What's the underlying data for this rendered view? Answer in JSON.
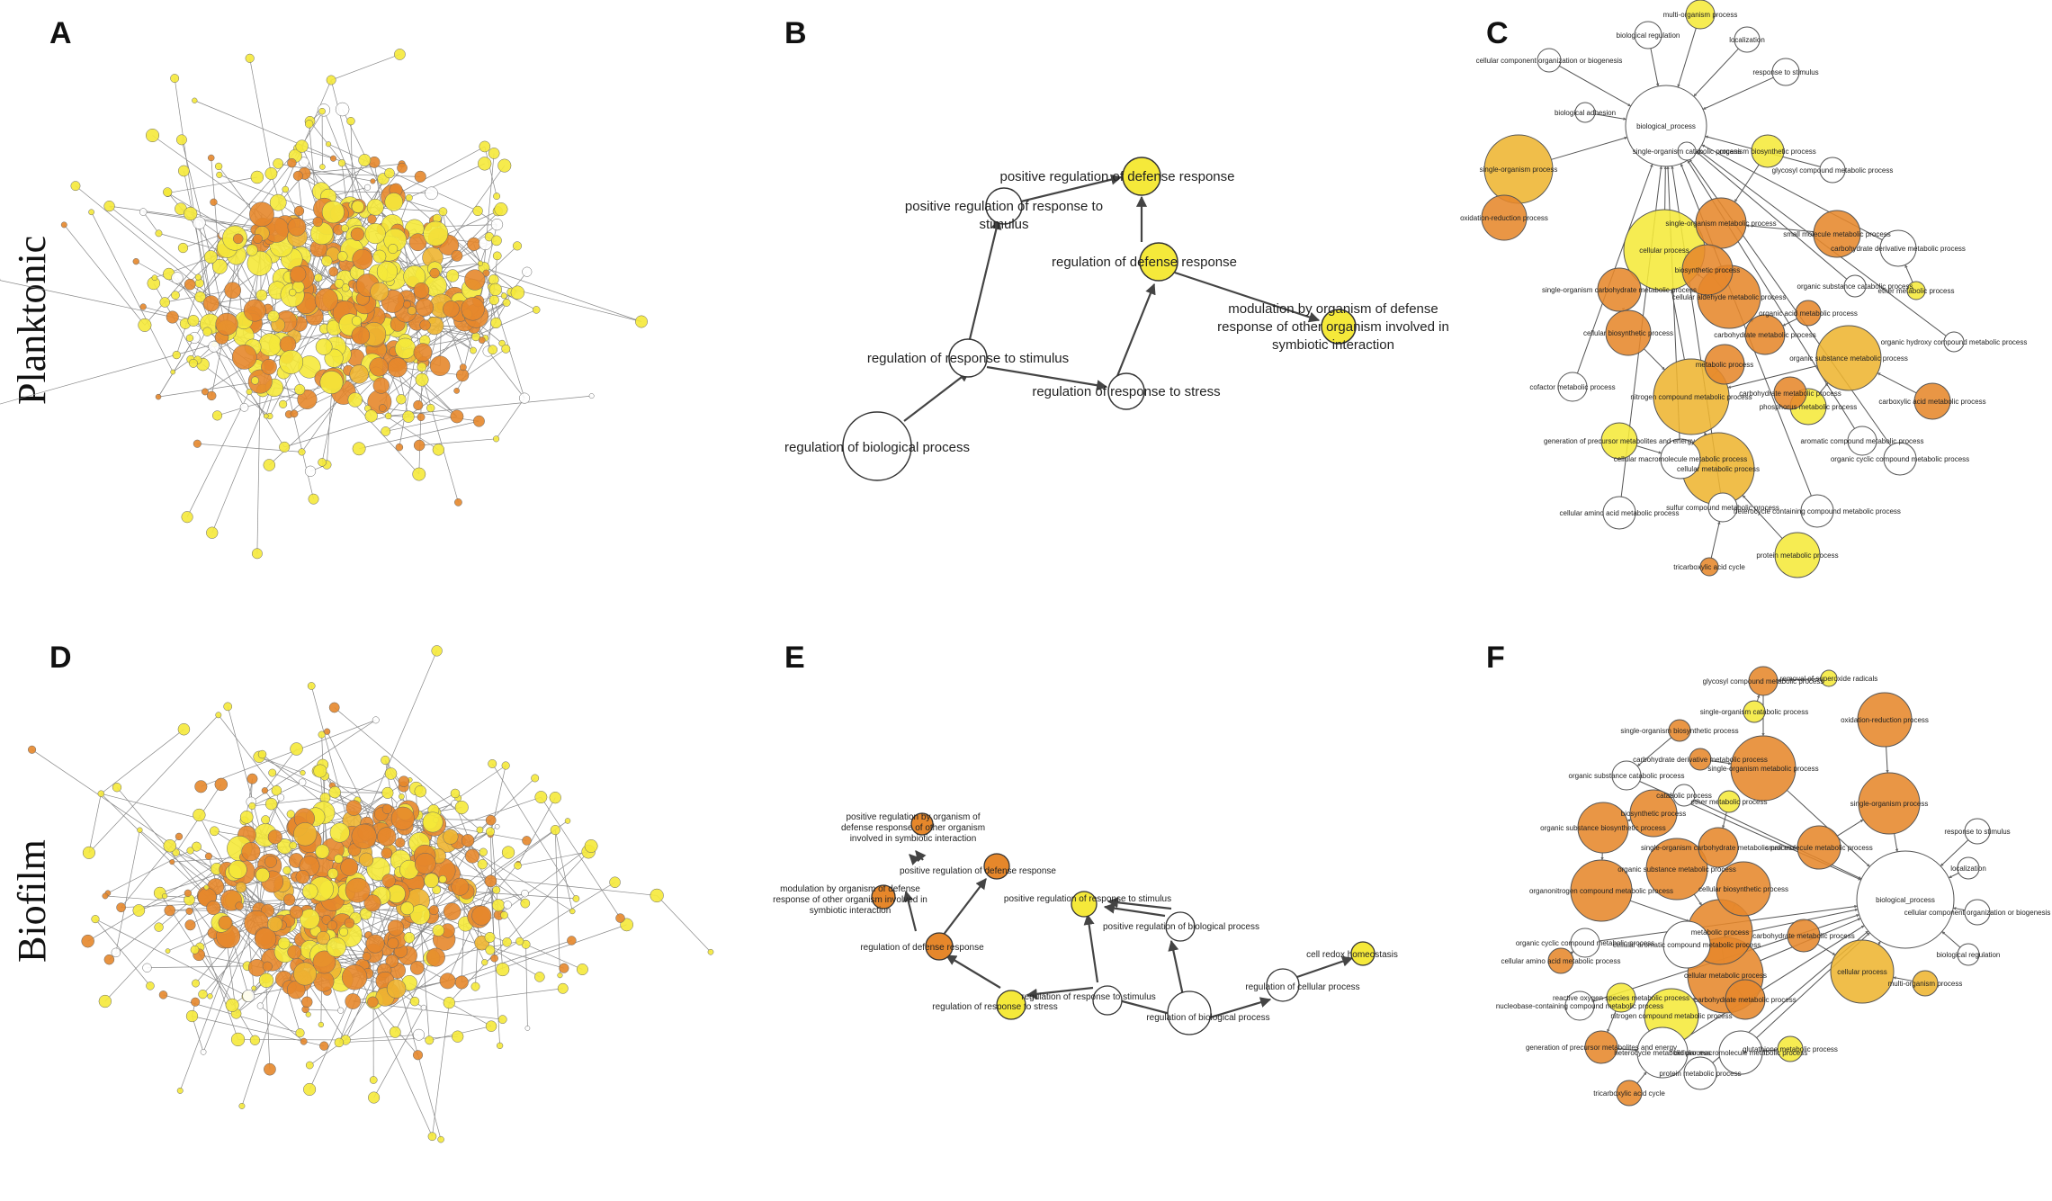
{
  "colors": {
    "orange": "#E6872B",
    "yellow": "#F5E93A",
    "gold": "#EEB531",
    "white": "#FFFFFF",
    "stroke": "#333333"
  },
  "row_labels": {
    "top": "Planktonic",
    "bottom": "Biofilm"
  },
  "panels": {
    "A": {
      "label": "A"
    },
    "B": {
      "label": "B",
      "nodes": [
        {
          "id": "rbp",
          "label": "regulation of biological process",
          "fill": "white"
        },
        {
          "id": "rrs",
          "label": "regulation of response to stimulus",
          "fill": "white"
        },
        {
          "id": "prrs",
          "label": "positive regulation of response to stimulus",
          "fill": "white"
        },
        {
          "id": "rrst",
          "label": "regulation of response to stress",
          "fill": "white"
        },
        {
          "id": "rdr",
          "label": "regulation of defense response",
          "fill": "yellow"
        },
        {
          "id": "prdr",
          "label": "positive regulation of defense response",
          "fill": "yellow"
        },
        {
          "id": "mod",
          "label": "modulation by organism of defense response of other organism involved in symbiotic interaction",
          "fill": "yellow"
        }
      ]
    },
    "C": {
      "label": "C",
      "nodes": [
        {
          "label": "biological_process",
          "fill": "white"
        },
        {
          "label": "biological regulation",
          "fill": "white"
        },
        {
          "label": "cellular component organization or biogenesis",
          "fill": "white"
        },
        {
          "label": "biological adhesion",
          "fill": "white"
        },
        {
          "label": "localization",
          "fill": "white"
        },
        {
          "label": "response to stimulus",
          "fill": "white"
        },
        {
          "label": "multi-organism process",
          "fill": "yellow"
        },
        {
          "label": "single-organism process",
          "fill": "gold"
        },
        {
          "label": "organism biosynthetic process",
          "fill": "yellow"
        },
        {
          "label": "single-organism catabolic process",
          "fill": "white"
        },
        {
          "label": "glycosyl compound metabolic process",
          "fill": "white"
        },
        {
          "label": "oxidation-reduction process",
          "fill": "orange"
        },
        {
          "label": "single-organism metabolic process",
          "fill": "orange"
        },
        {
          "label": "small molecule metabolic process",
          "fill": "orange"
        },
        {
          "label": "cellular process",
          "fill": "yellow"
        },
        {
          "label": "carbohydrate derivative metabolic process",
          "fill": "white"
        },
        {
          "label": "biosynthetic process",
          "fill": "orange"
        },
        {
          "label": "organic substance catabolic process",
          "fill": "white"
        },
        {
          "label": "ether metabolic process",
          "fill": "yellow"
        },
        {
          "label": "single-organism carbohydrate metabolic process",
          "fill": "orange"
        },
        {
          "label": "cellular aldehyde metabolic process",
          "fill": "orange"
        },
        {
          "label": "organic acid metabolic process",
          "fill": "orange"
        },
        {
          "label": "cellular biosynthetic process",
          "fill": "orange"
        },
        {
          "label": "organic hydroxy compound metabolic process",
          "fill": "white"
        },
        {
          "label": "organic substance metabolic process",
          "fill": "gold"
        },
        {
          "label": "carbohydrate metabolic process",
          "fill": "orange"
        },
        {
          "label": "metabolic process",
          "fill": "orange"
        },
        {
          "label": "cofactor metabolic process",
          "fill": "white"
        },
        {
          "label": "nitrogen compound metabolic process",
          "fill": "gold"
        },
        {
          "label": "carbohydrate metabolic process",
          "fill": "orange"
        },
        {
          "label": "phosphorus metabolic process",
          "fill": "yellow"
        },
        {
          "label": "carboxylic acid metabolic process",
          "fill": "orange"
        },
        {
          "label": "generation of precursor metabolites and energy",
          "fill": "yellow"
        },
        {
          "label": "aromatic compound metabolic process",
          "fill": "white"
        },
        {
          "label": "cellular macromolecule metabolic process",
          "fill": "white"
        },
        {
          "label": "cellular metabolic process",
          "fill": "gold"
        },
        {
          "label": "organic cyclic compound metabolic process",
          "fill": "white"
        },
        {
          "label": "cellular amino acid metabolic process",
          "fill": "white"
        },
        {
          "label": "sulfur compound metabolic process",
          "fill": "white"
        },
        {
          "label": "heterocycle containing compound metabolic process",
          "fill": "white"
        },
        {
          "label": "protein metabolic process",
          "fill": "yellow"
        },
        {
          "label": "tricarboxylic acid cycle",
          "fill": "orange"
        }
      ]
    },
    "D": {
      "label": "D"
    },
    "E": {
      "label": "E",
      "nodes": [
        {
          "id": "pmod",
          "label": "positive regulation by organism of defense response of other organism involved in symbiotic interaction",
          "fill": "orange"
        },
        {
          "id": "prdr",
          "label": "positive regulation of defense response",
          "fill": "orange"
        },
        {
          "id": "mod",
          "label": "modulation by organism of defense response of other organism involved in symbiotic interaction",
          "fill": "orange"
        },
        {
          "id": "prrs",
          "label": "positive regulation of response to stimulus",
          "fill": "yellow"
        },
        {
          "id": "prbp",
          "label": "positive regulation of biological process",
          "fill": "white"
        },
        {
          "id": "rdr",
          "label": "regulation of defense response",
          "fill": "orange"
        },
        {
          "id": "crh",
          "label": "cell redox homeostasis",
          "fill": "yellow"
        },
        {
          "id": "rcp",
          "label": "regulation of cellular process",
          "fill": "white"
        },
        {
          "id": "rrs",
          "label": "regulation of response to stimulus",
          "fill": "white"
        },
        {
          "id": "rrst",
          "label": "regulation of response to stress",
          "fill": "yellow"
        },
        {
          "id": "rbp",
          "label": "regulation of biological process",
          "fill": "white"
        }
      ]
    },
    "F": {
      "label": "F",
      "nodes": [
        {
          "label": "glycosyl compound metabolic process",
          "fill": "orange"
        },
        {
          "label": "removal of superoxide radicals",
          "fill": "yellow"
        },
        {
          "label": "single-organism catabolic process",
          "fill": "yellow"
        },
        {
          "label": "oxidation-reduction process",
          "fill": "orange"
        },
        {
          "label": "single-organism biosynthetic process",
          "fill": "orange"
        },
        {
          "label": "carbohydrate derivative metabolic process",
          "fill": "orange"
        },
        {
          "label": "single-organism metabolic process",
          "fill": "orange"
        },
        {
          "label": "organic substance catabolic process",
          "fill": "white"
        },
        {
          "label": "catabolic process",
          "fill": "white"
        },
        {
          "label": "ether metabolic process",
          "fill": "yellow"
        },
        {
          "label": "single-organism process",
          "fill": "orange"
        },
        {
          "label": "organic substance biosynthetic process",
          "fill": "orange"
        },
        {
          "label": "biosynthetic process",
          "fill": "orange"
        },
        {
          "label": "single-organism carbohydrate metabolic process",
          "fill": "orange"
        },
        {
          "label": "response to stimulus",
          "fill": "white"
        },
        {
          "label": "small molecule metabolic process",
          "fill": "orange"
        },
        {
          "label": "localization",
          "fill": "white"
        },
        {
          "label": "organonitrogen compound metabolic process",
          "fill": "orange"
        },
        {
          "label": "organic substance metabolic process",
          "fill": "orange"
        },
        {
          "label": "cellular biosynthetic process",
          "fill": "orange"
        },
        {
          "label": "biological_process",
          "fill": "white"
        },
        {
          "label": "cellular component organization or biogenesis",
          "fill": "white"
        },
        {
          "label": "organic cyclic compound metabolic process",
          "fill": "white"
        },
        {
          "label": "metabolic process",
          "fill": "orange"
        },
        {
          "label": "carbohydrate metabolic process",
          "fill": "orange"
        },
        {
          "label": "biological regulation",
          "fill": "white"
        },
        {
          "label": "cellular aromatic compound metabolic process",
          "fill": "white"
        },
        {
          "label": "cellular amino acid metabolic process",
          "fill": "orange"
        },
        {
          "label": "cellular metabolic process",
          "fill": "orange"
        },
        {
          "label": "cellular process",
          "fill": "gold"
        },
        {
          "label": "multi-organism process",
          "fill": "gold"
        },
        {
          "label": "reactive oxygen species metabolic process",
          "fill": "yellow"
        },
        {
          "label": "nucleobase-containing compound metabolic process",
          "fill": "white"
        },
        {
          "label": "nitrogen compound metabolic process",
          "fill": "yellow"
        },
        {
          "label": "carbohydrate metabolic process",
          "fill": "orange"
        },
        {
          "label": "generation of precursor metabolites and energy",
          "fill": "orange"
        },
        {
          "label": "heterocycle metabolic process",
          "fill": "white"
        },
        {
          "label": "cellular macromolecule metabolic process",
          "fill": "white"
        },
        {
          "label": "glutathione metabolic process",
          "fill": "yellow"
        },
        {
          "label": "protein metabolic process",
          "fill": "white"
        },
        {
          "label": "tricarboxylic acid cycle",
          "fill": "orange"
        }
      ]
    }
  }
}
